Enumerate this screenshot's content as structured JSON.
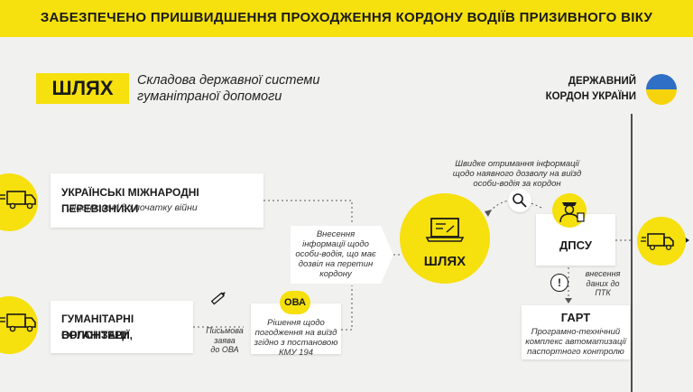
{
  "banner": {
    "title": "ЗАБЕЗПЕЧЕНО ПРИШВИДШЕННЯ ПРОХОДЖЕННЯ КОРДОНУ ВОДІЇВ ПРИЗИВНОГО ВІКУ"
  },
  "brand": {
    "name": "ШЛЯХ",
    "subtitle_line1": "Складова державної системи",
    "subtitle_line2": "гуманітраної допомоги"
  },
  "border": {
    "line1": "ДЕРЖАВНИЙ",
    "line2": "КОРДОН УКРАЇНИ"
  },
  "carriers": {
    "title": "УКРАЇНСЬКІ МІЖНАРОДНІ ПЕРЕВІЗНИКИ",
    "subtitle": "ліцензовані до початку війни"
  },
  "humanitarian": {
    "title_line1": "ГУМАНІТАРНІ ОРГАНІЗАЦІЇ,",
    "title_line2": "ВОЛОНТЕРИ"
  },
  "letter_note": {
    "line1": "Письмова",
    "line2": "заява",
    "line3": "до ОВА"
  },
  "ova": {
    "badge": "ОВА",
    "line1": "Рішення щодо",
    "line2": "погодження на виїзд",
    "line3": "згідно з постановою",
    "line4": "КМУ 194"
  },
  "entry_note": {
    "line1": "Внесення",
    "line2": "інформації щодо",
    "line3": "особи-водія, що має",
    "line4": "дозвіл на перетин",
    "line5": "кордону"
  },
  "center": {
    "label": "ШЛЯХ"
  },
  "quick_info": {
    "line1": "Швидке отримання інформації",
    "line2": "щодо наявного дозволу на виїзд",
    "line3": "особи-водія за кордон"
  },
  "dpsu": {
    "label": "ДПСУ"
  },
  "ptk_note": {
    "line1": "внесення",
    "line2": "даних до",
    "line3": "ПТК"
  },
  "gart": {
    "title": "ГАРТ",
    "line1": "Програмно-технічний",
    "line2": "комплекс автоматизації",
    "line3": "паспортного контролю"
  },
  "icons": {
    "truck": "truck-icon",
    "flag": "ukraine-flag-icon",
    "laptop": "laptop-icon",
    "magnifier": "magnifier-icon",
    "officer": "border-officer-icon",
    "pencil": "pencil-icon",
    "alert": "exclamation-icon"
  },
  "colors": {
    "accent": "#f6e00d",
    "flag_blue": "#2f6fc6",
    "flag_yellow": "#f6d40d",
    "text": "#1a1a1a"
  }
}
